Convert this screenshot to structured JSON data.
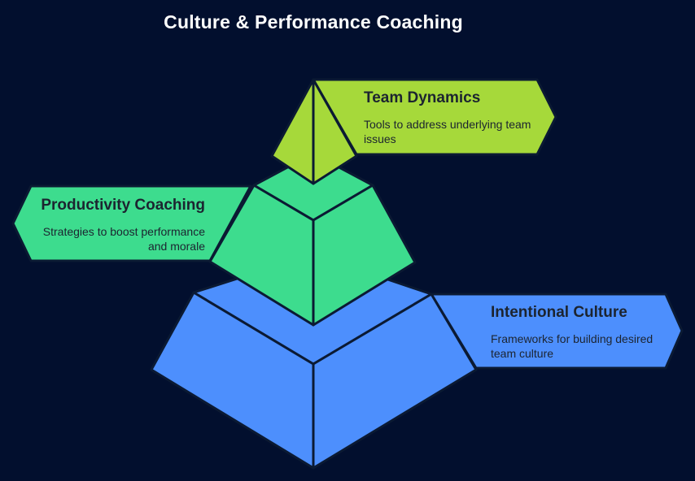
{
  "title": "Culture & Performance Coaching",
  "colors": {
    "background": "#020f2e",
    "top": "#a6d93a",
    "middle": "#3ddc8e",
    "bottom": "#4d8ffd",
    "outline": "#0b1a33"
  },
  "levels": [
    {
      "heading": "Team Dynamics",
      "description": "Tools to address underlying team issues"
    },
    {
      "heading": "Productivity Coaching",
      "description": "Strategies to boost performance and morale"
    },
    {
      "heading": "Intentional Culture",
      "description": "Frameworks for building desired team culture"
    }
  ]
}
